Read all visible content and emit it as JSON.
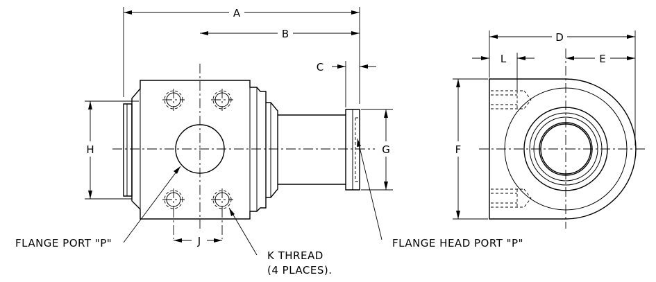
{
  "dimensions": {
    "A": "A",
    "B": "B",
    "C": "C",
    "D": "D",
    "L": "L",
    "E": "E",
    "F": "F",
    "G": "G",
    "H": "H",
    "J": "J"
  },
  "callouts": {
    "flange_port": "FLANGE PORT \"P\"",
    "k_thread_line1": "K THREAD",
    "k_thread_line2": "(4 PLACES).",
    "flange_head_port": "FLANGE HEAD PORT \"P\""
  }
}
